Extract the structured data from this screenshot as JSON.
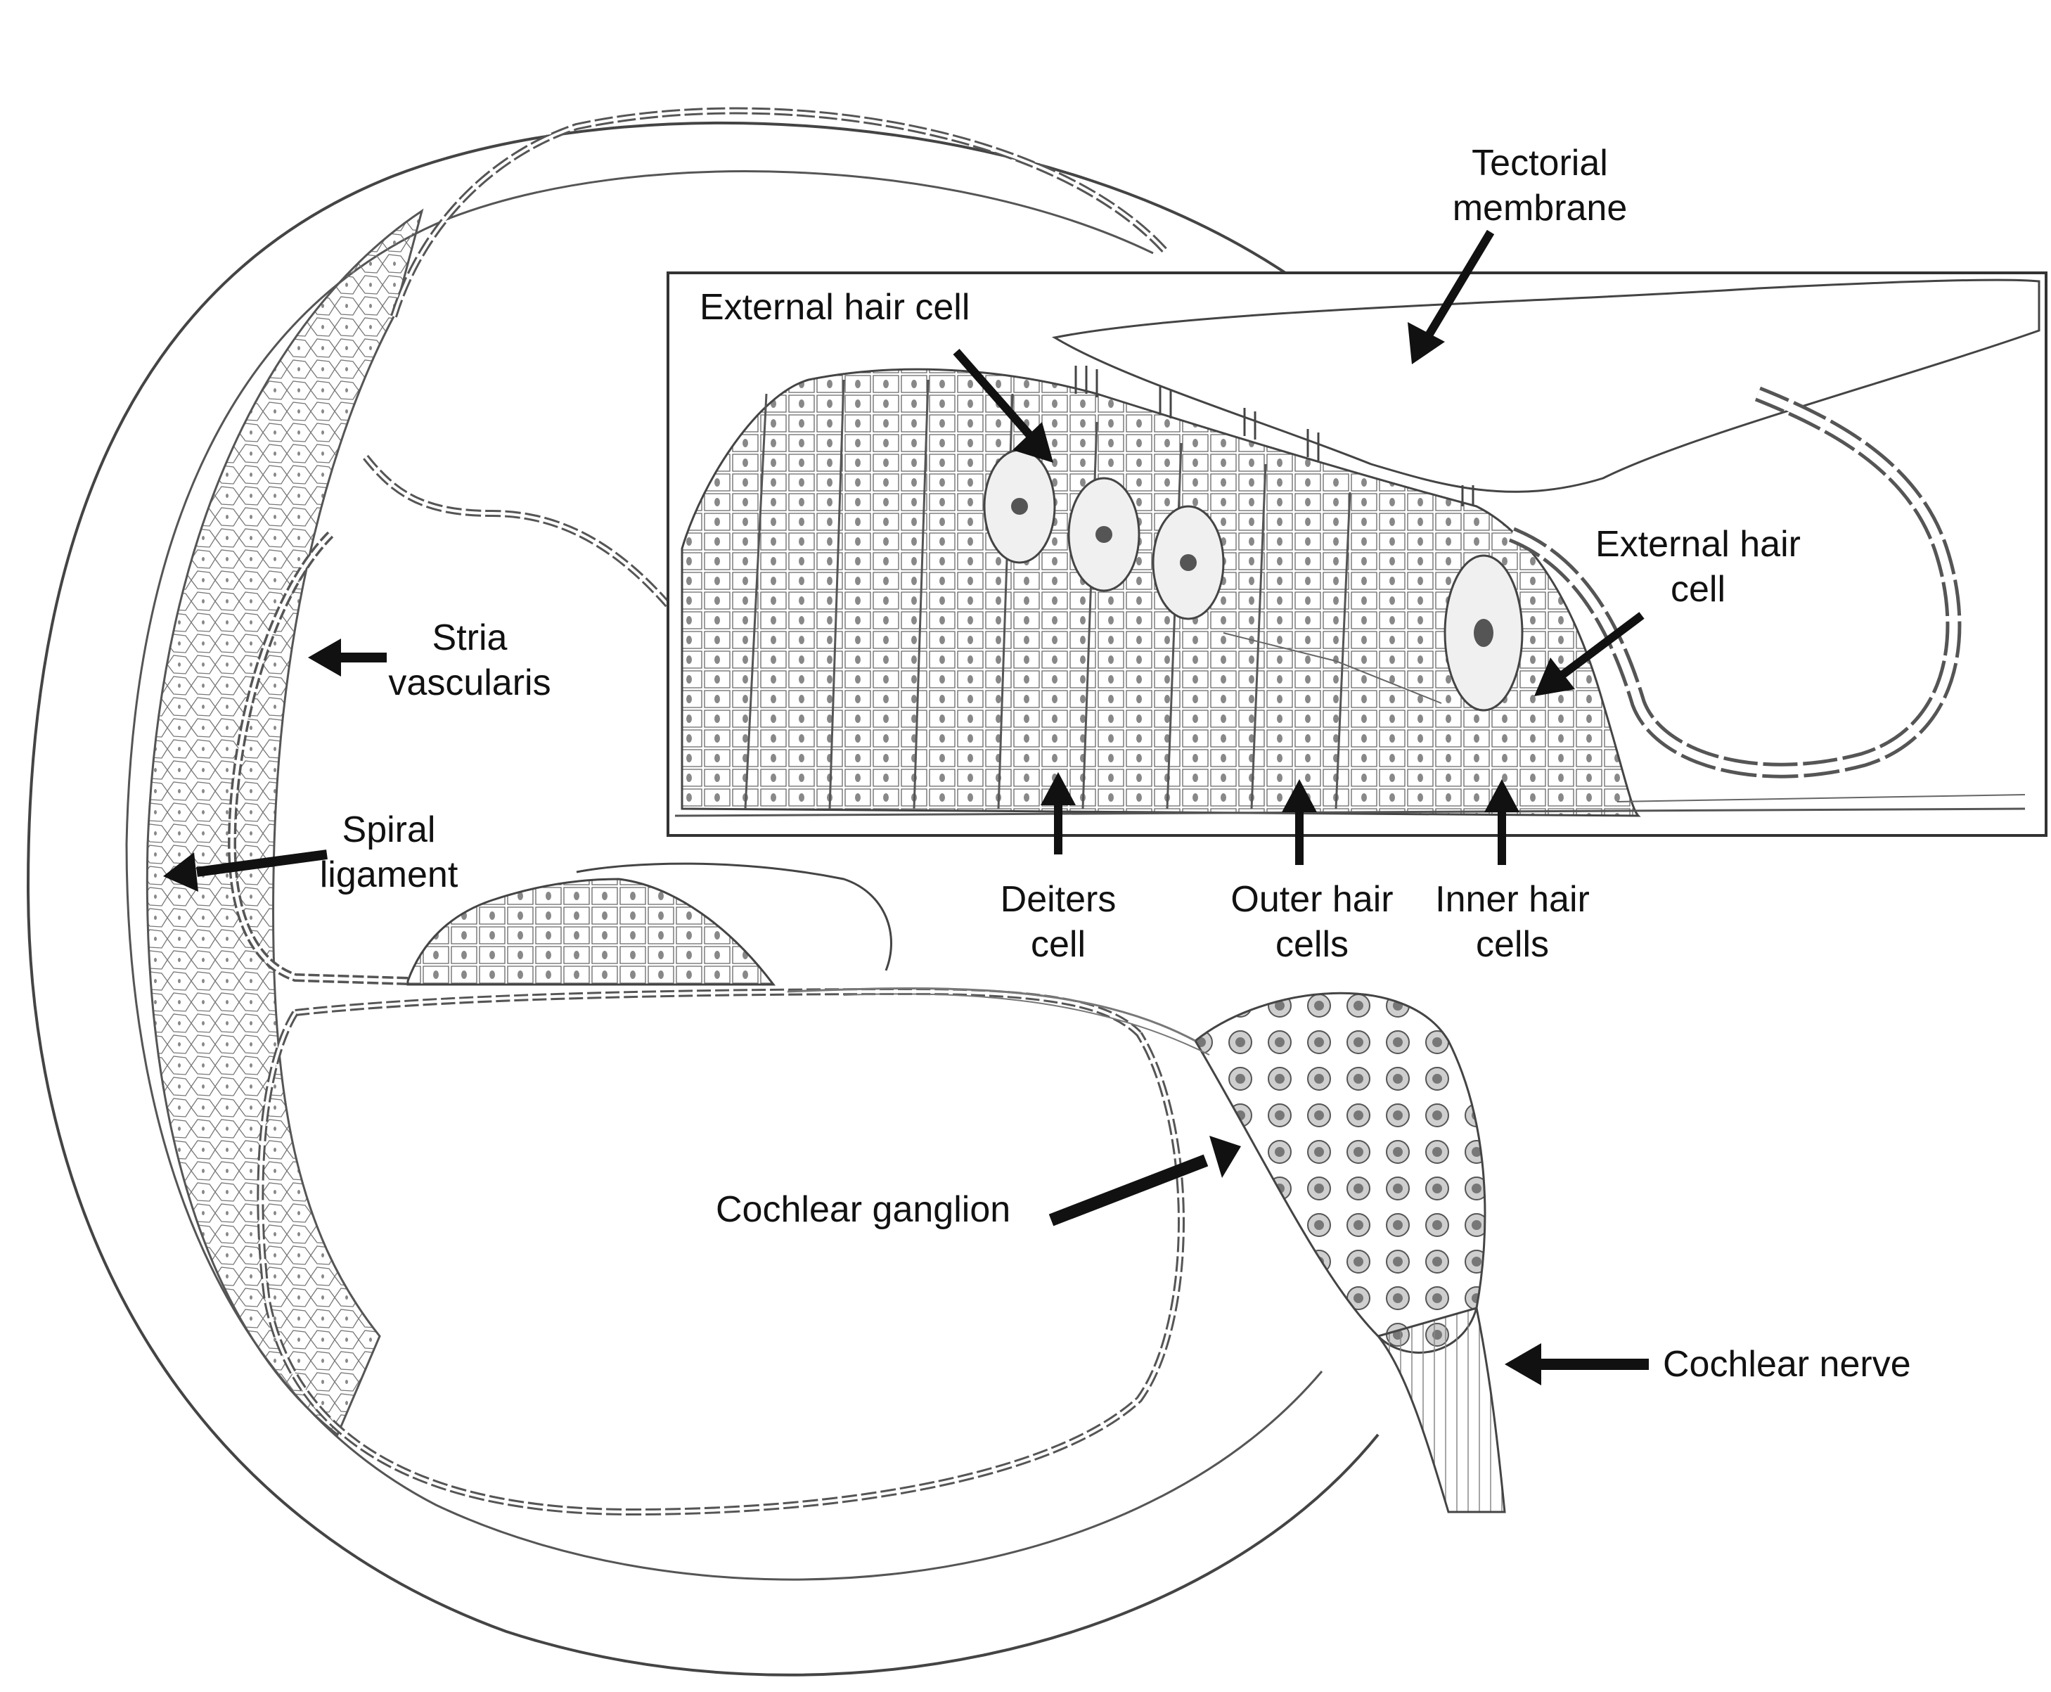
{
  "labels": {
    "tectorial_membrane": [
      "Tectorial",
      "membrane"
    ],
    "external_hair_cell_top": [
      "External hair cell"
    ],
    "external_hair_cell_right": [
      "External hair",
      "cell"
    ],
    "stria_vascularis": [
      "Stria",
      "vascularis"
    ],
    "spiral_ligament": [
      "Spiral",
      "ligament"
    ],
    "deiters_cell": [
      "Deiters",
      "cell"
    ],
    "outer_hair_cells": [
      "Outer hair",
      "cells"
    ],
    "inner_hair_cells": [
      "Inner hair",
      "cells"
    ],
    "cochlear_ganglion": [
      "Cochlear ganglion"
    ],
    "cochlear_nerve": [
      "Cochlear nerve"
    ]
  }
}
